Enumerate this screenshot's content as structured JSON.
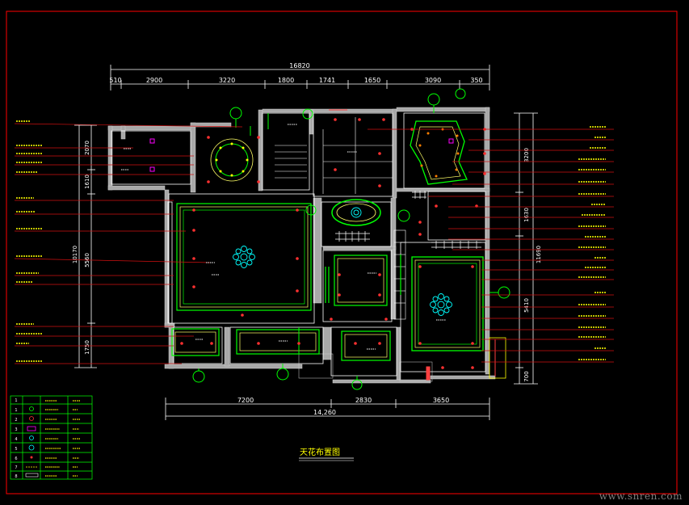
{
  "dims": {
    "top_total": "16820",
    "top": [
      "510",
      "2900",
      "3220",
      "1800",
      "1741",
      "1650",
      "3090",
      "350"
    ],
    "bottom": [
      "7200",
      "2830",
      "3650"
    ],
    "bottom_total": "14,260",
    "left": [
      "2070",
      "1610",
      "5560",
      "10170",
      "1750"
    ],
    "right": [
      "3200",
      "1630",
      "5410",
      "11690",
      "700"
    ]
  },
  "title": "天花布置图",
  "watermark": "www.snren.com",
  "colors": {
    "background": "#000000",
    "border": "#ff0000",
    "wall": "#b0b0b0",
    "green": "#00ff00",
    "yellow": "#ffff00",
    "red": "#ff3030",
    "leader": "#e01010",
    "cyan": "#00ffff",
    "white": "#ffffff"
  }
}
